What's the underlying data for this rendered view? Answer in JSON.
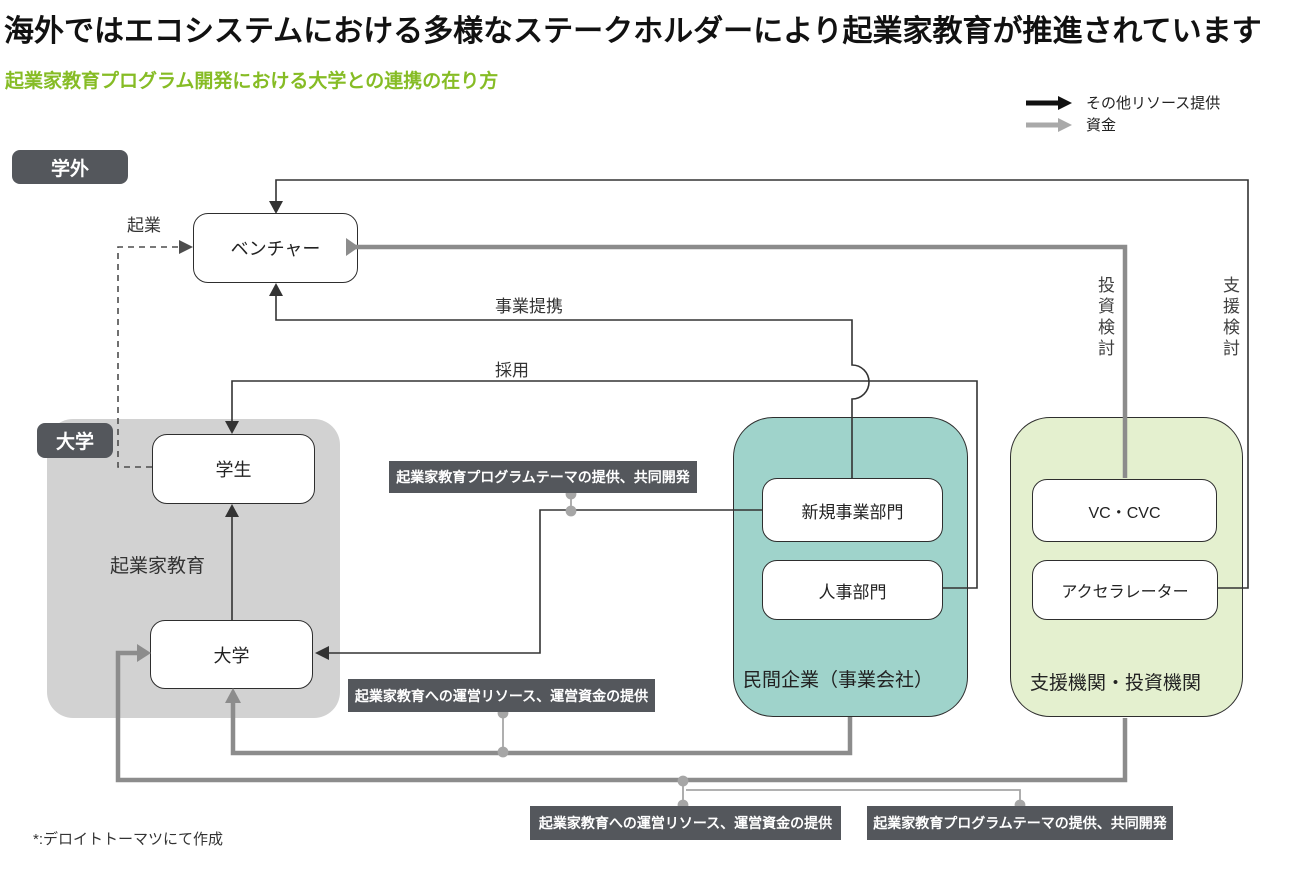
{
  "title": "海外ではエコシステムにおける多様なステークホルダーにより起業家教育が推進されています",
  "subtitle": "起業家教育プログラム開発における大学との連携の在り方",
  "legend": {
    "other_resources": "その他リソース提供",
    "funding": "資金"
  },
  "zones": {
    "outside_badge": "学外",
    "university_badge": "大学"
  },
  "nodes": {
    "venture": "ベンチャー",
    "student": "学生",
    "university": "大学",
    "new_business_dept": "新規事業部門",
    "hr_dept": "人事部門",
    "vc_cvc": "VC・CVC",
    "accelerator": "アクセラレーター"
  },
  "groups": {
    "private_company": "民間企業（事業会社）",
    "support_investment_org": "支援機関・投資機関"
  },
  "edge_labels": {
    "founding": "起業",
    "business_alliance": "事業提携",
    "recruitment": "採用",
    "entrepreneurship_education": "起業家教育",
    "investment_consideration": "投資検討",
    "support_consideration": "支援検討"
  },
  "callouts": {
    "theme_top": "起業家教育プログラムテーマの提供、共同開発",
    "resources_mid": "起業家教育への運営リソース、運営資金の提供",
    "resources_bottom": "起業家教育への運営リソース、運営資金の提供",
    "theme_bottom": "起業家教育プログラムテーマの提供、共同開発"
  },
  "footnote": "*:デロイトトーマツにて作成",
  "colors": {
    "accent_green": "#86bc25",
    "charcoal": "#54575c",
    "teal_fill": "#9fd3cb",
    "green_fill": "#e4f0cf",
    "gray_fill": "#d2d2d2",
    "line_black": "#333333",
    "line_gray": "#8c8c8c",
    "legend_gray": "#a9a9a9"
  }
}
